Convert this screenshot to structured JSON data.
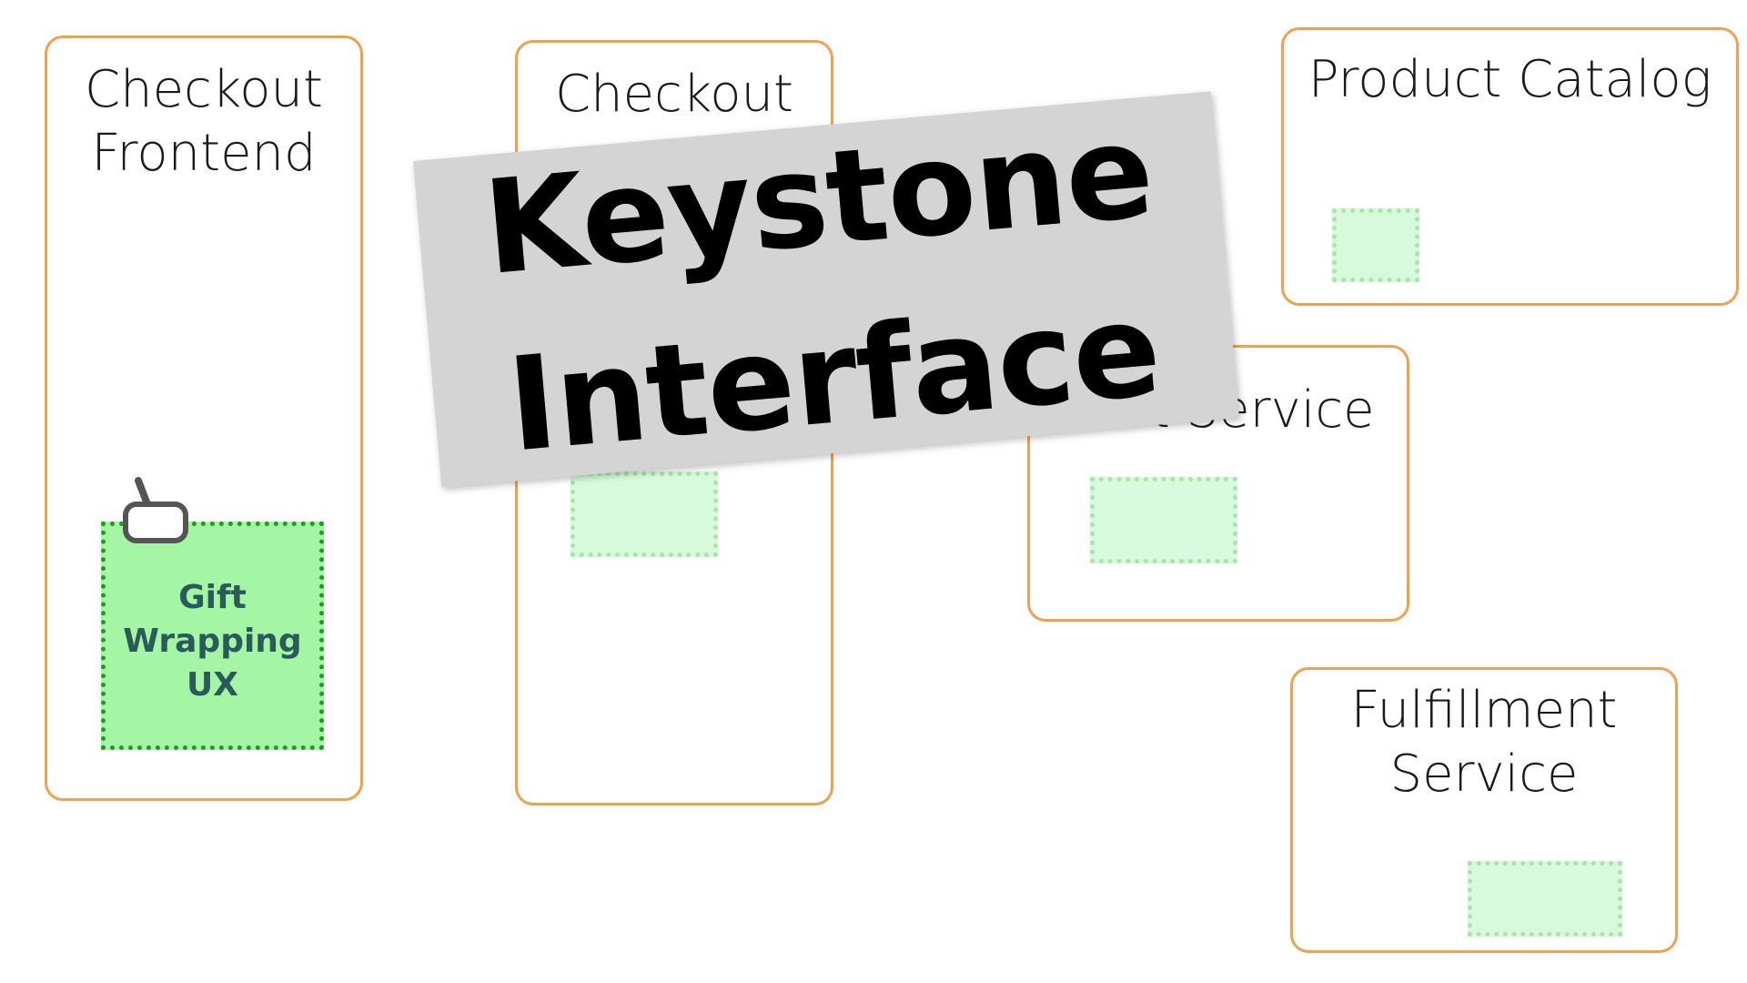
{
  "services": {
    "checkout_frontend": {
      "title": "Checkout\nFrontend"
    },
    "checkout_hidden": {
      "title": "Checkout"
    },
    "product_catalog": {
      "title": "Product Catalog"
    },
    "cart_service": {
      "title": "Cart Service"
    },
    "fulfillment_service": {
      "title": "Fulfillment\nService"
    }
  },
  "feature": {
    "label": "Gift\nWrapping\nUX",
    "icon": "hand-pointer-icon"
  },
  "banner": {
    "line1": "Keystone",
    "line2": "Interface"
  },
  "colors": {
    "service_border": "#f0a050",
    "slot_fill": "#d8fadc",
    "slot_border": "#a8e6a8",
    "feature_fill": "#a4f5a4",
    "feature_border": "#18a018",
    "banner_fill": "#d4d4d4"
  }
}
